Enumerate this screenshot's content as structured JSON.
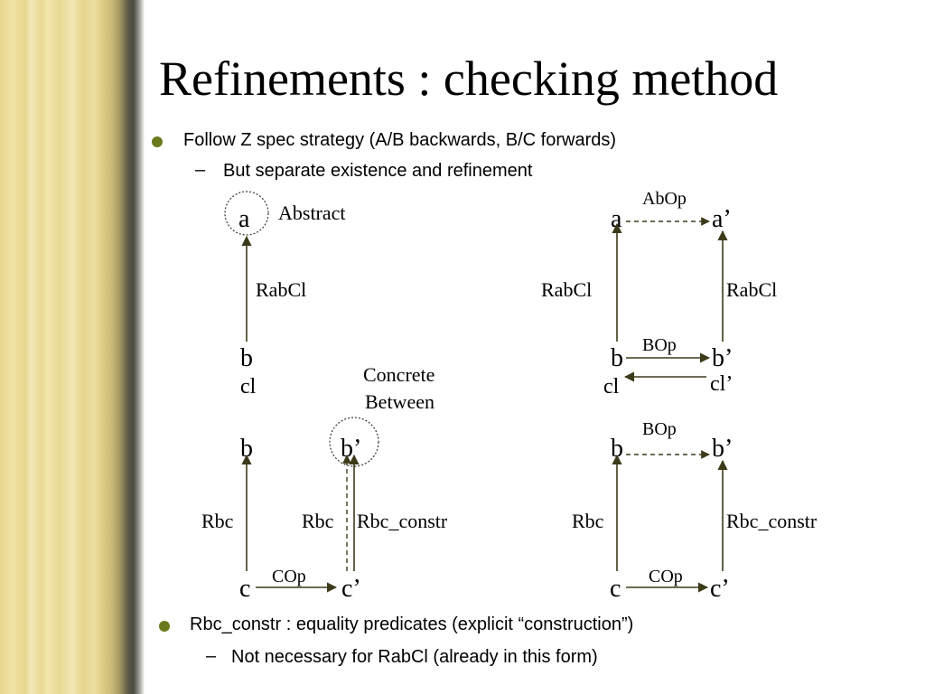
{
  "slide": {
    "title": "Refinements : checking method",
    "bullets": [
      {
        "text": "Follow Z spec strategy (A/B backwards, B/C forwards)",
        "sub": "But separate existence and refinement"
      },
      {
        "text": "Rbc_constr : equality predicates (explicit “construction”)",
        "sub": "Not necessary for RabCl (already in this form)"
      }
    ],
    "sub_marker": "–"
  },
  "diagram": {
    "colors": {
      "line": "#3d3a1a",
      "circle": "#333333",
      "bullet": "#6b7a1c"
    },
    "d1": {
      "top": "a",
      "top_note": "Abstract",
      "bottom": "b",
      "bottom_sub": "cl",
      "arrow_label": "RabCl"
    },
    "d2": {
      "top_left": "a",
      "top_right": "a’",
      "top_op": "AbOp",
      "bottom_left": "b",
      "bottom_right": "b’",
      "bottom_op": "BOp",
      "left_label": "RabCl",
      "right_label": "RabCl",
      "cl_left": "cl",
      "cl_right": "cl’"
    },
    "d3": {
      "top_left": "b",
      "top_right": "b’",
      "bottom_left": "c",
      "bottom_right": "c’",
      "bottom_op": "COp",
      "left_label": "Rbc",
      "mid_label": "Rbc",
      "right_label": "Rbc_constr",
      "note_line1": "Concrete",
      "note_line2": "Between"
    },
    "d4": {
      "top_left": "b",
      "top_right": "b’",
      "top_op": "BOp",
      "bottom_left": "c",
      "bottom_right": "c’",
      "bottom_op": "COp",
      "left_label": "Rbc",
      "right_label": "Rbc_constr"
    }
  }
}
